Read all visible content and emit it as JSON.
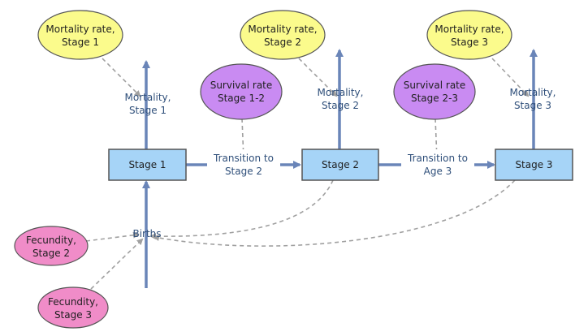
{
  "stocks": {
    "stage1": "Stage 1",
    "stage2": "Stage 2",
    "stage3": "Stage 3"
  },
  "flows": {
    "mortality1": [
      "Mortality,",
      "Stage 1"
    ],
    "mortality2": [
      "Mortality,",
      "Stage 2"
    ],
    "mortality3": [
      "Mortality,",
      "Stage 3"
    ],
    "transition1": [
      "Transition to",
      "Stage 2"
    ],
    "transition2": [
      "Transition to",
      "Age 3"
    ],
    "births": "Births"
  },
  "parameters": {
    "mortality_rate1": [
      "Mortality rate,",
      "Stage 1"
    ],
    "mortality_rate2": [
      "Mortality rate,",
      "Stage 2"
    ],
    "mortality_rate3": [
      "Mortality rate,",
      "Stage 3"
    ],
    "survival_rate12": [
      "Survival rate",
      "Stage 1-2"
    ],
    "survival_rate23": [
      "Survival rate",
      "Stage 2-3"
    ],
    "fecundity2": [
      "Fecundity,",
      "Stage 2"
    ],
    "fecundity3": [
      "Fecundity,",
      "Stage 3"
    ]
  },
  "colors": {
    "stock_fill": "#a6d4f7",
    "stock_stroke": "#555555",
    "flow": "#6a85b8",
    "link": "#a0a0a0",
    "mortality_fill": "#fbfb8c",
    "survival_fill": "#c98bf2",
    "fecundity_fill": "#f08cc8",
    "label": "#2f4f7a"
  }
}
